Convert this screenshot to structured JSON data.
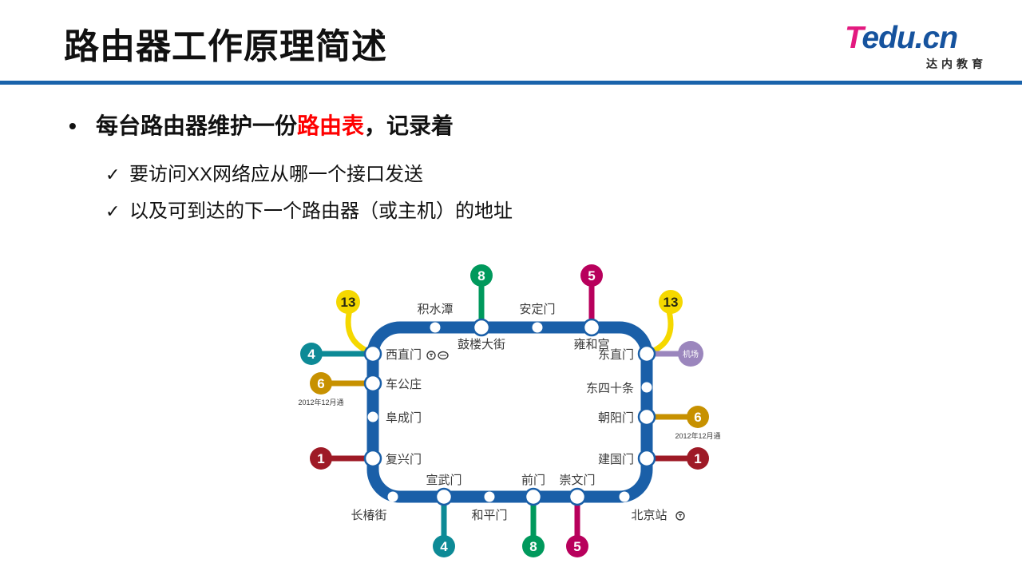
{
  "slide": {
    "title": "路由器工作原理简述",
    "rule_color": "#1a63ab",
    "background": "#ffffff"
  },
  "logo": {
    "brand_t": "T",
    "brand_rest": "edu.cn",
    "subtitle": "达内教育",
    "color_t": "#e3197f",
    "color_rest": "#16539e"
  },
  "content": {
    "bullet_marker": "•",
    "bullet_text_before": "每台路由器维护一份",
    "bullet_text_highlight": "路由表",
    "bullet_text_after": "，记录着",
    "highlight_color": "#ff0000",
    "sub_marker": "✓",
    "sub_items": [
      "要访问XX网络应从哪一个接口发送",
      "以及可到达的下一个路由器（或主机）的地址"
    ]
  },
  "map": {
    "caption_note": "2012年12月通",
    "loop_line_color": "#1a5fa8",
    "airport_label": "机场",
    "airport_color": "#9b86bd",
    "lines": [
      {
        "number": "13",
        "color": "#f5d800",
        "text_dark": true
      },
      {
        "number": "4",
        "color": "#0d8a96",
        "text_dark": false
      },
      {
        "number": "6",
        "color": "#c79100",
        "text_dark": false
      },
      {
        "number": "1",
        "color": "#9e1a26",
        "text_dark": false
      },
      {
        "number": "8",
        "color": "#00995c",
        "text_dark": false
      },
      {
        "number": "5",
        "color": "#b8005c",
        "text_dark": false
      }
    ],
    "stations_top": [
      "积水潭",
      "鼓楼大街",
      "安定门",
      "雍和宫"
    ],
    "stations_left": [
      "西直门",
      "车公庄",
      "阜成门",
      "复兴门"
    ],
    "stations_right": [
      "东直门",
      "东四十条",
      "朝阳门",
      "建国门"
    ],
    "stations_bottom": [
      "长椿街",
      "宣武门",
      "和平门",
      "前门",
      "崇文门",
      "北京站"
    ],
    "interchanges": [
      {
        "station": "西直门",
        "lines": [
          "13",
          "4"
        ]
      },
      {
        "station": "车公庄",
        "lines": [
          "6"
        ]
      },
      {
        "station": "复兴门",
        "lines": [
          "1"
        ]
      },
      {
        "station": "鼓楼大街",
        "lines": [
          "8"
        ]
      },
      {
        "station": "雍和宫",
        "lines": [
          "5"
        ]
      },
      {
        "station": "东直门",
        "lines": [
          "13",
          "机场"
        ]
      },
      {
        "station": "朝阳门",
        "lines": [
          "6"
        ]
      },
      {
        "station": "建国门",
        "lines": [
          "1"
        ]
      },
      {
        "station": "宣武门",
        "lines": [
          "4"
        ]
      },
      {
        "station": "前门",
        "lines": [
          "8"
        ]
      },
      {
        "station": "崇文门",
        "lines": [
          "5"
        ]
      }
    ]
  }
}
